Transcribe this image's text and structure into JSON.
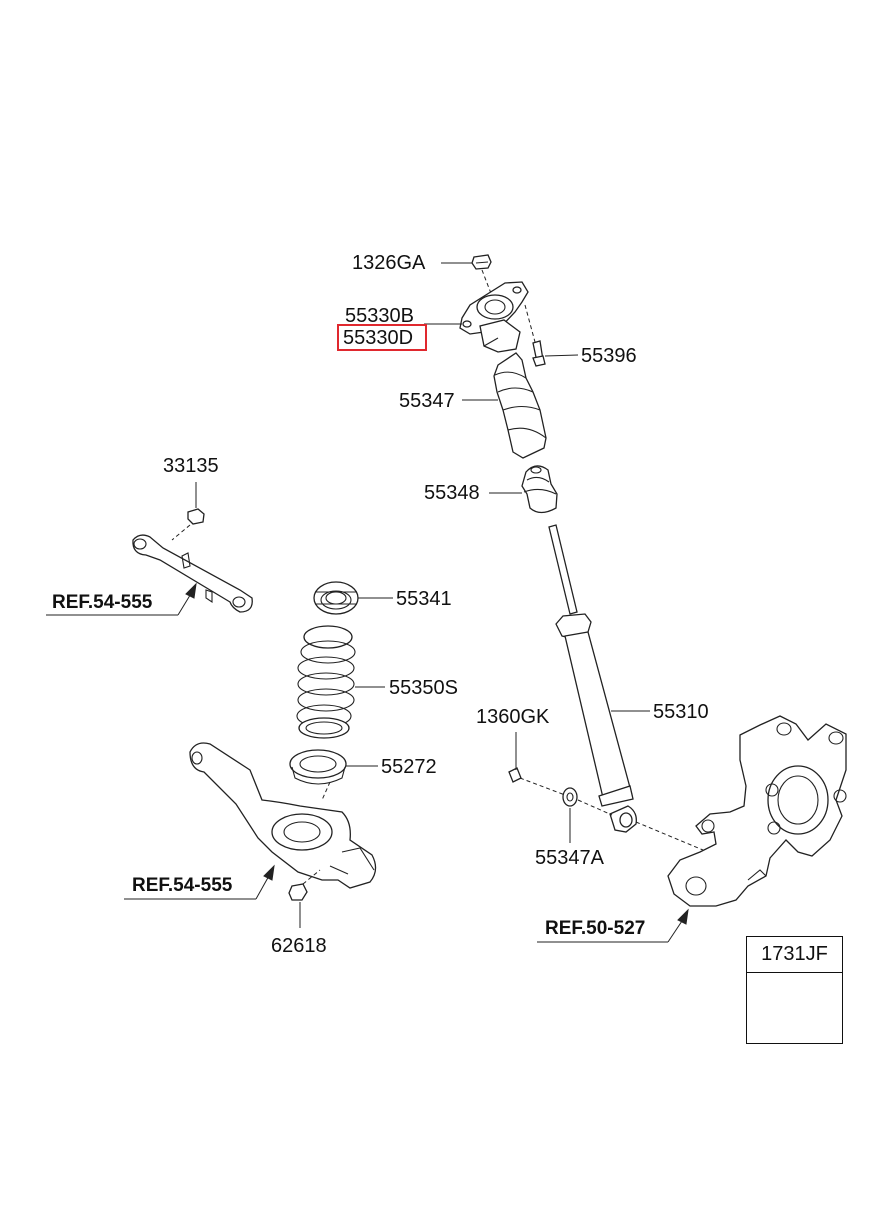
{
  "diagram": {
    "labels": {
      "p1326GA": "1326GA",
      "p55330B": "55330B",
      "p55330D": "55330D",
      "p55396": "55396",
      "p55347": "55347",
      "p55348": "55348",
      "p33135": "33135",
      "p55341": "55341",
      "p55350S": "55350S",
      "p55310": "55310",
      "p1360GK": "1360GK",
      "p55272": "55272",
      "p55347A": "55347A",
      "p62618": "62618"
    },
    "references": {
      "upper_arm_ref": "REF.54-555",
      "lower_arm_ref": "REF.54-555",
      "knuckle_ref": "REF.50-527"
    },
    "inset": {
      "part_number": "1731JF"
    },
    "highlighted_part": "55330D",
    "colors": {
      "highlight": "#e0282e",
      "line": "#222222",
      "background": "#ffffff"
    }
  }
}
